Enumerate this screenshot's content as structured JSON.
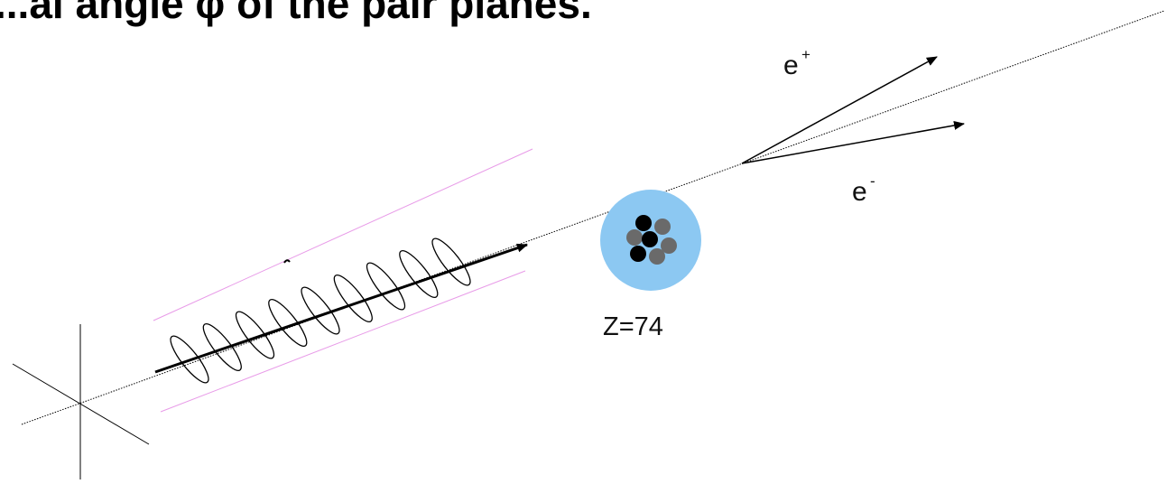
{
  "heading_text": "...al angle φ of the pair planes.",
  "labels": {
    "positron_base": "e",
    "positron_sup": "+",
    "electron_base": "e",
    "electron_sup": "-",
    "nucleus_charge": "Z=74"
  },
  "colors": {
    "nucleus_halo": "#8cc8f2",
    "nucleon_dark": "#000000",
    "nucleon_grey": "#6a6a6a",
    "envelope_lines": "#e89be8",
    "beam_line": "#000000"
  }
}
